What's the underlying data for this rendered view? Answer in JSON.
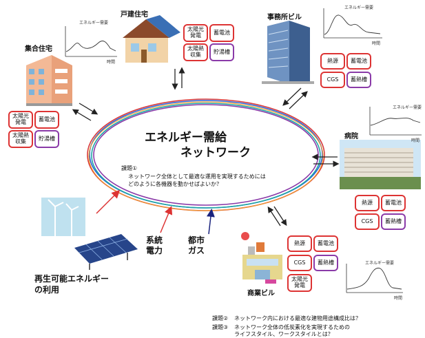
{
  "center": {
    "title_line1": "エネルギー需給",
    "title_line2": "ネットワーク",
    "task1_label": "課題①",
    "task1_line1": "ネットワーク全体として最適な運用を実現するためには",
    "task1_line2": "どのように各機器を動かせばよいか？"
  },
  "buildings": {
    "apartment": "集合住宅",
    "house": "戸建住宅",
    "office": "事務所ビル",
    "hospital": "病院",
    "commercial": "商業ビル"
  },
  "equipment": {
    "solar_power": "太陽光\n発電",
    "solar_heat": "太陽熱\n収集",
    "battery": "蓄電池",
    "hot_water_tank": "貯湯槽",
    "heat_source": "熱源",
    "cgs": "CGS",
    "heat_storage": "蓄熱槽"
  },
  "chart_labels": {
    "energy_demand": "エネルギー需要",
    "time": "時間"
  },
  "sources": {
    "renewable_line1": "再生可能エネルギー",
    "renewable_line2": "の利用",
    "grid_line1": "系統",
    "grid_line2": "電力",
    "gas_line1": "都市",
    "gas_line2": "ガス"
  },
  "tasks": {
    "task2_label": "課題②",
    "task2_text": "ネットワーク内における最適な建物用途構成比は？",
    "task3_label": "課題③",
    "task3_line1": "ネットワーク全体の低炭素化を実現するための",
    "task3_line2": "ライフスタイル、ワークスタイルとは？"
  },
  "colors": {
    "ring_red": "#d83a3a",
    "ring_blue": "#2a5fd8",
    "ring_teal": "#1fa5a5",
    "ring_purple": "#8a3aa8",
    "chip_red": "#dd3333",
    "chip_purple": "#8a3aa8",
    "arrow_red": "#d33",
    "arrow_navy": "#1a237e"
  }
}
